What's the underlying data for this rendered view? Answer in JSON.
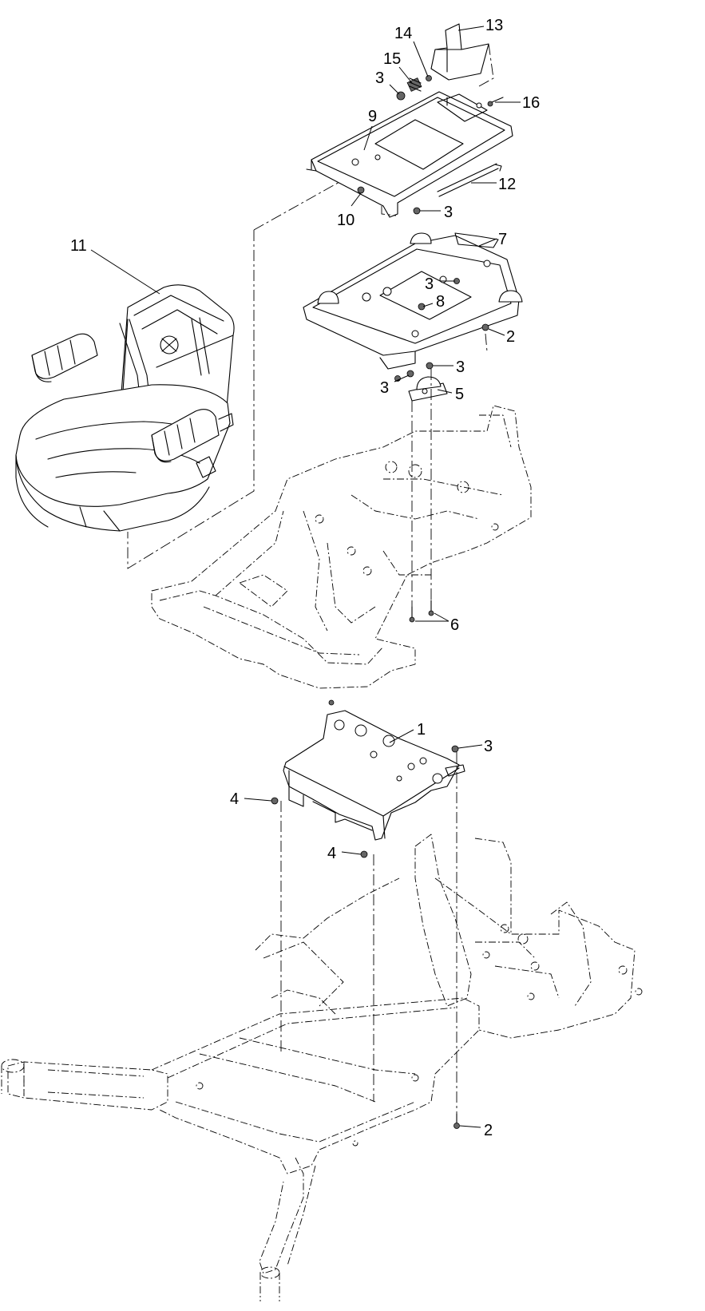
{
  "callouts": [
    {
      "id": "c-13",
      "label": "13"
    },
    {
      "id": "c-14",
      "label": "14"
    },
    {
      "id": "c-15",
      "label": "15"
    },
    {
      "id": "c-3a",
      "label": "3"
    },
    {
      "id": "c-16",
      "label": "16"
    },
    {
      "id": "c-9",
      "label": "9"
    },
    {
      "id": "c-12",
      "label": "12"
    },
    {
      "id": "c-3b",
      "label": "3"
    },
    {
      "id": "c-10",
      "label": "10"
    },
    {
      "id": "c-11",
      "label": "11"
    },
    {
      "id": "c-7",
      "label": "7"
    },
    {
      "id": "c-3c",
      "label": "3"
    },
    {
      "id": "c-8",
      "label": "8"
    },
    {
      "id": "c-2a",
      "label": "2"
    },
    {
      "id": "c-3d",
      "label": "3"
    },
    {
      "id": "c-3e",
      "label": "3"
    },
    {
      "id": "c-5",
      "label": "5"
    },
    {
      "id": "c-6",
      "label": "6"
    },
    {
      "id": "c-1",
      "label": "1"
    },
    {
      "id": "c-3f",
      "label": "3"
    },
    {
      "id": "c-4a",
      "label": "4"
    },
    {
      "id": "c-4b",
      "label": "4"
    },
    {
      "id": "c-2b",
      "label": "2"
    }
  ]
}
